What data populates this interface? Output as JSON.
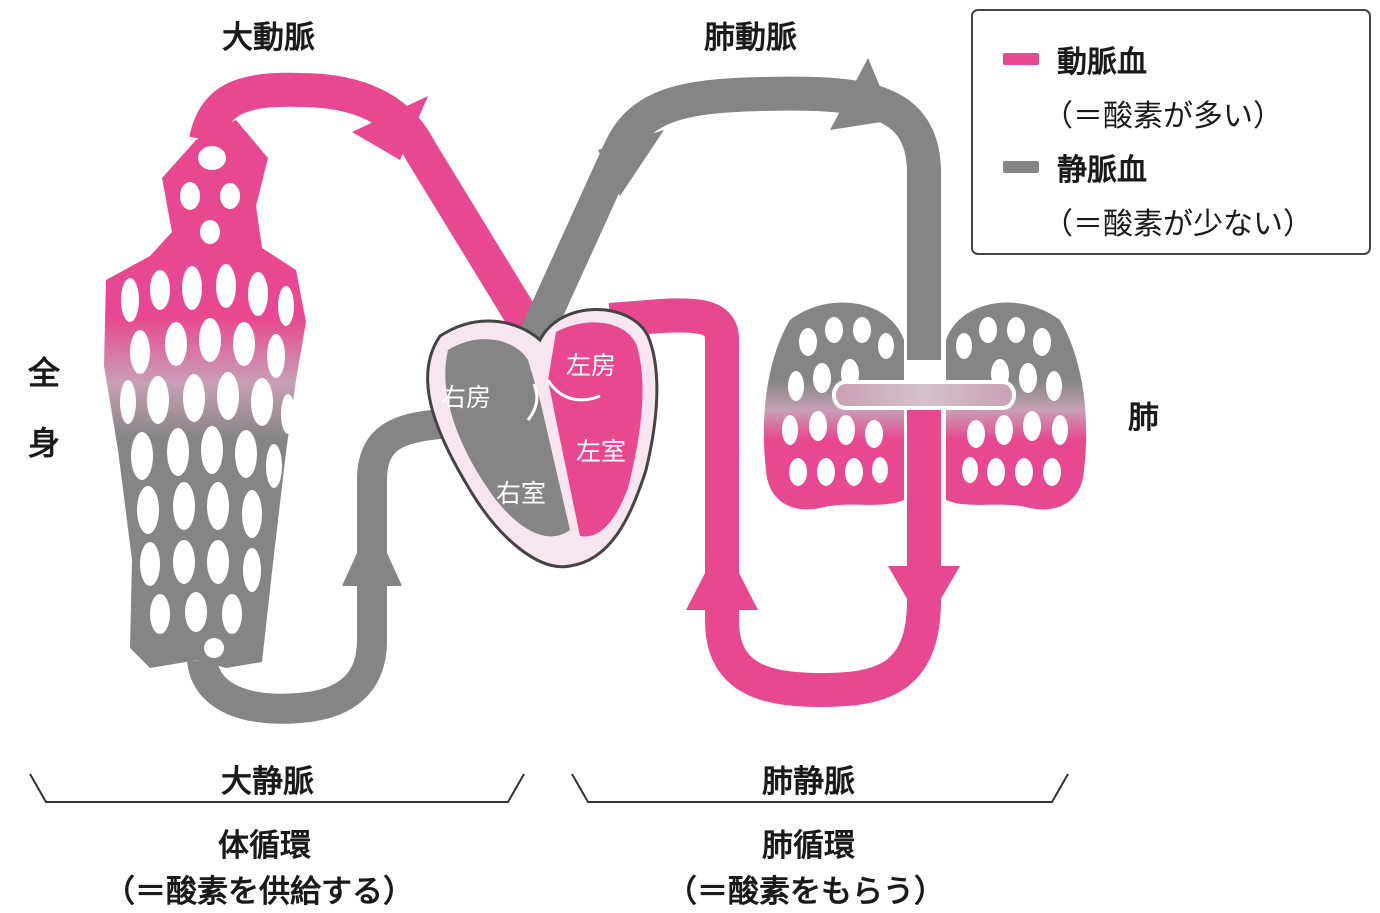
{
  "colors": {
    "arterial": "#e8488f",
    "venous": "#858585",
    "outline": "#444444"
  },
  "labels": {
    "aorta": "大動脈",
    "pulmonary_artery": "肺動脈",
    "vena_cava": "大静脈",
    "pulmonary_vein": "肺静脈",
    "whole_body": [
      "全",
      "身"
    ],
    "lung": "肺",
    "right_atrium": "右房",
    "right_ventricle": "右室",
    "left_atrium": "左房",
    "left_ventricle": "左室"
  },
  "legend": {
    "arterial_label": "動脈血",
    "arterial_note": "（＝酸素が多い）",
    "venous_label": "静脈血",
    "venous_note": "（＝酸素が少ない）"
  },
  "circulation": {
    "systemic_title": "体循環",
    "systemic_note": "（＝酸素を供給する）",
    "pulmonary_title": "肺循環",
    "pulmonary_note": "（＝酸素をもらう）"
  }
}
